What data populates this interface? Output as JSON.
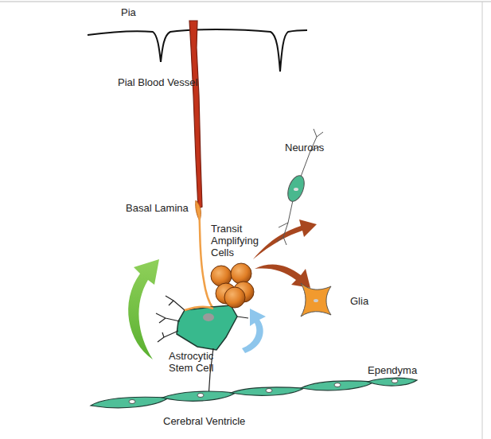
{
  "diagram": {
    "labels": [
      "Pia",
      "Pial Blood Vessel",
      "Basal Lamina",
      "Transit Amplifying Cells",
      "Neurons",
      "Glia",
      "Astrocytic Stem Cell",
      "Ependyma",
      "Cerebral Ventricle"
    ]
  }
}
